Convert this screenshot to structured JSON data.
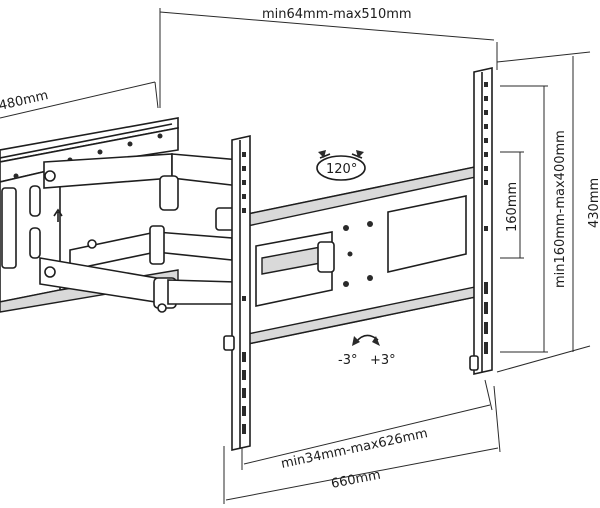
{
  "dimensions": {
    "wall_plate_width": "480mm",
    "arm_extension": "min64mm-max510mm",
    "rotation": "120°",
    "vertical_hole_pattern": "min160mm-max400mm",
    "small_vertical": "160mm",
    "plate_height": "430mm",
    "tilt_minus": "-3°",
    "tilt_plus": "+3°",
    "horizontal_hole_pattern": "min34mm-max626mm",
    "total_width": "660mm"
  }
}
